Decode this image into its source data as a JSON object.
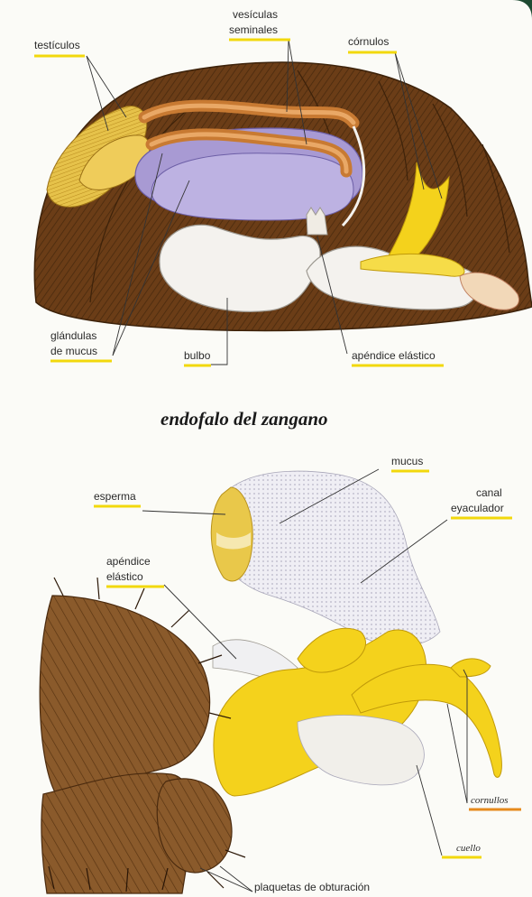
{
  "title": "endofalo del zangano",
  "colors": {
    "frame": "#1e4a32",
    "paper": "#fbfbf7",
    "underline_yellow": "#f2d80c",
    "underline_orange": "#e68a1c",
    "abdomen": "#6b3d17",
    "testis": "#e6c24a",
    "vesicle": "#d58a3e",
    "gland": "#a89ad3",
    "bulb": "#f4f2ee",
    "cornua": "#f4d21c"
  },
  "top_labels": {
    "testiculos": "testículos",
    "vesiculas_1": "vesículas",
    "vesiculas_2": "seminales",
    "cornulos": "córnulos",
    "glandulas_1": "glándulas",
    "glandulas_2": "de mucus",
    "bulbo": "bulbo",
    "apendice": "apéndice elástico"
  },
  "bottom_labels": {
    "mucus": "mucus",
    "esperma": "esperma",
    "canal_1": "canal",
    "canal_2": "eyaculador",
    "apendice_1": "apéndice",
    "apendice_2": "elástico",
    "cornullos": "cornullos",
    "cuello": "cuello",
    "plaquetas": "plaquetas de obturación"
  }
}
